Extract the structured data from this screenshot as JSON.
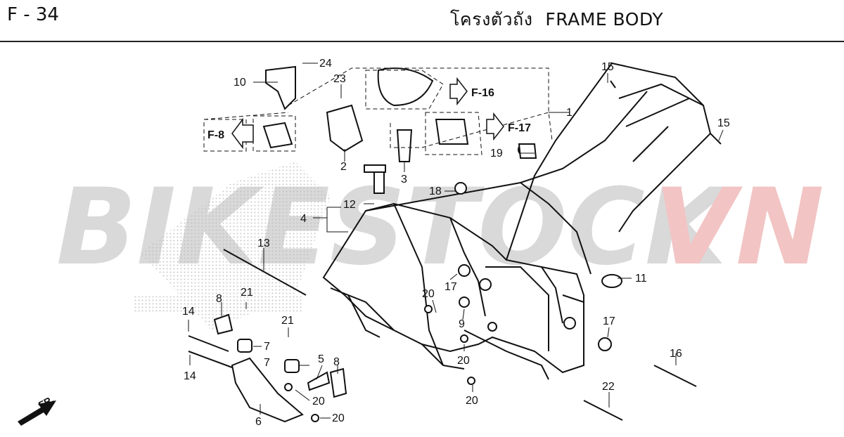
{
  "header": {
    "page_code": "F - 34",
    "title_thai": "โครงตัวถัง",
    "title_en": "FRAME BODY"
  },
  "watermark": {
    "part1": "BIKESTOCK",
    "part2": "VN",
    "color1": "#d9d9d9",
    "color2": "#f2c4c4"
  },
  "diagram": {
    "callouts": [
      "1",
      "2",
      "3",
      "4",
      "5",
      "6",
      "7",
      "7",
      "8",
      "8",
      "9",
      "10",
      "11",
      "12",
      "13",
      "14",
      "14",
      "15",
      "15",
      "16",
      "17",
      "17",
      "18",
      "19",
      "20",
      "20",
      "20",
      "20",
      "20",
      "20",
      "21",
      "21",
      "22",
      "23",
      "24"
    ],
    "refs": {
      "f8": "F-8",
      "f16": "F-16",
      "f17": "F-17"
    },
    "direction_label": "FR."
  }
}
